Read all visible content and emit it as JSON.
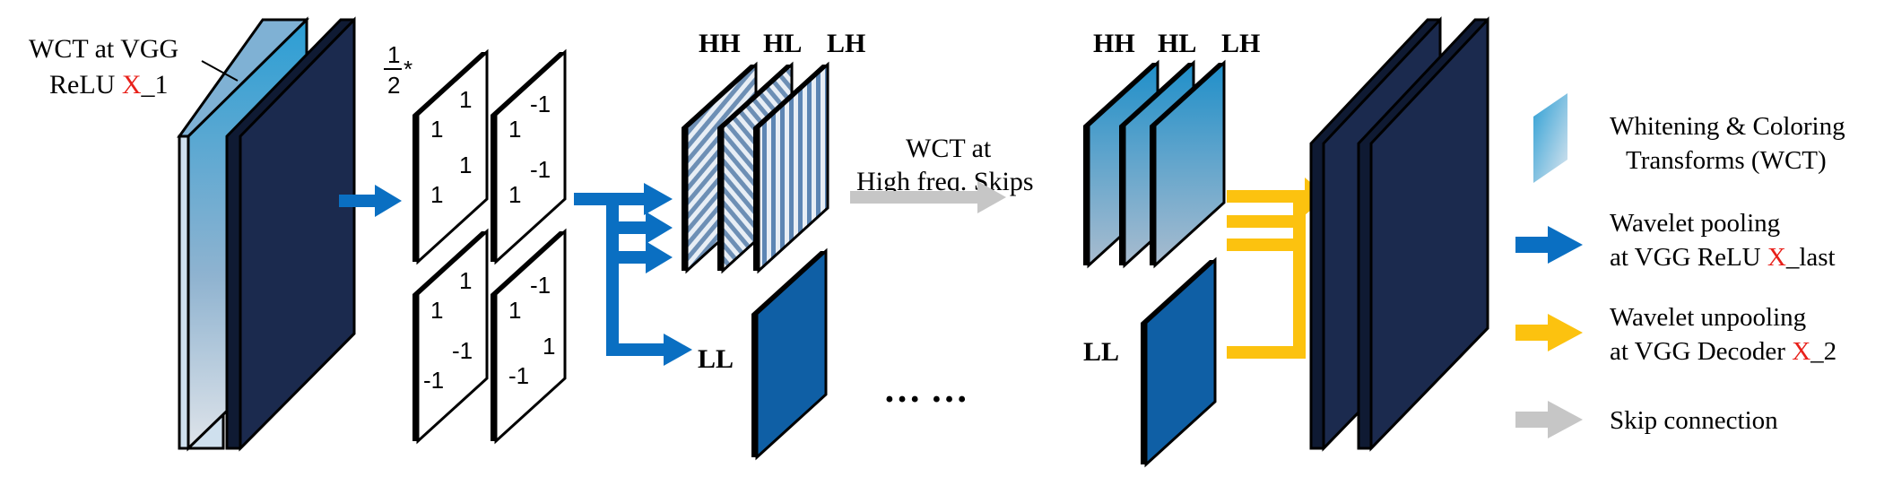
{
  "encoder": {
    "label_line1": "WCT at VGG",
    "label_line2_prefix": "ReLU ",
    "label_line2_x": "X",
    "label_line2_suffix": "_1"
  },
  "haar": {
    "fraction_num": "1",
    "fraction_den": "2",
    "fraction_op": "*",
    "filters": [
      [
        "1",
        "1",
        "1",
        "1"
      ],
      [
        "1",
        "-1",
        "1",
        "-1"
      ],
      [
        "1",
        "1",
        "-1",
        "-1"
      ],
      [
        "1",
        "-1",
        "-1",
        "1"
      ]
    ]
  },
  "bands": {
    "hh": "HH",
    "hl": "HL",
    "lh": "LH",
    "ll": "LL"
  },
  "skip_text": {
    "line1": "WCT at",
    "line2": "High freq. Skips"
  },
  "ellipsis": "… …",
  "legend": {
    "wct_line1": "Whitening & Coloring",
    "wct_line2": "Transforms (WCT)",
    "pool_line1": "Wavelet pooling",
    "pool_line2_prefix": "at VGG ReLU ",
    "pool_line2_x": "X",
    "pool_line2_suffix": "_last",
    "unpool_line1": "Wavelet unpooling",
    "unpool_line2_prefix": "at VGG Decoder ",
    "unpool_line2_x": "X",
    "unpool_line2_suffix": "_2",
    "skip": "Skip connection"
  },
  "colors": {
    "navy": "#1b2a4e",
    "pool_blue": "#0a6fc2",
    "unpool_yellow": "#fcc20f",
    "skip_gray": "#c6c6c6",
    "red_x": "#e8201a"
  }
}
